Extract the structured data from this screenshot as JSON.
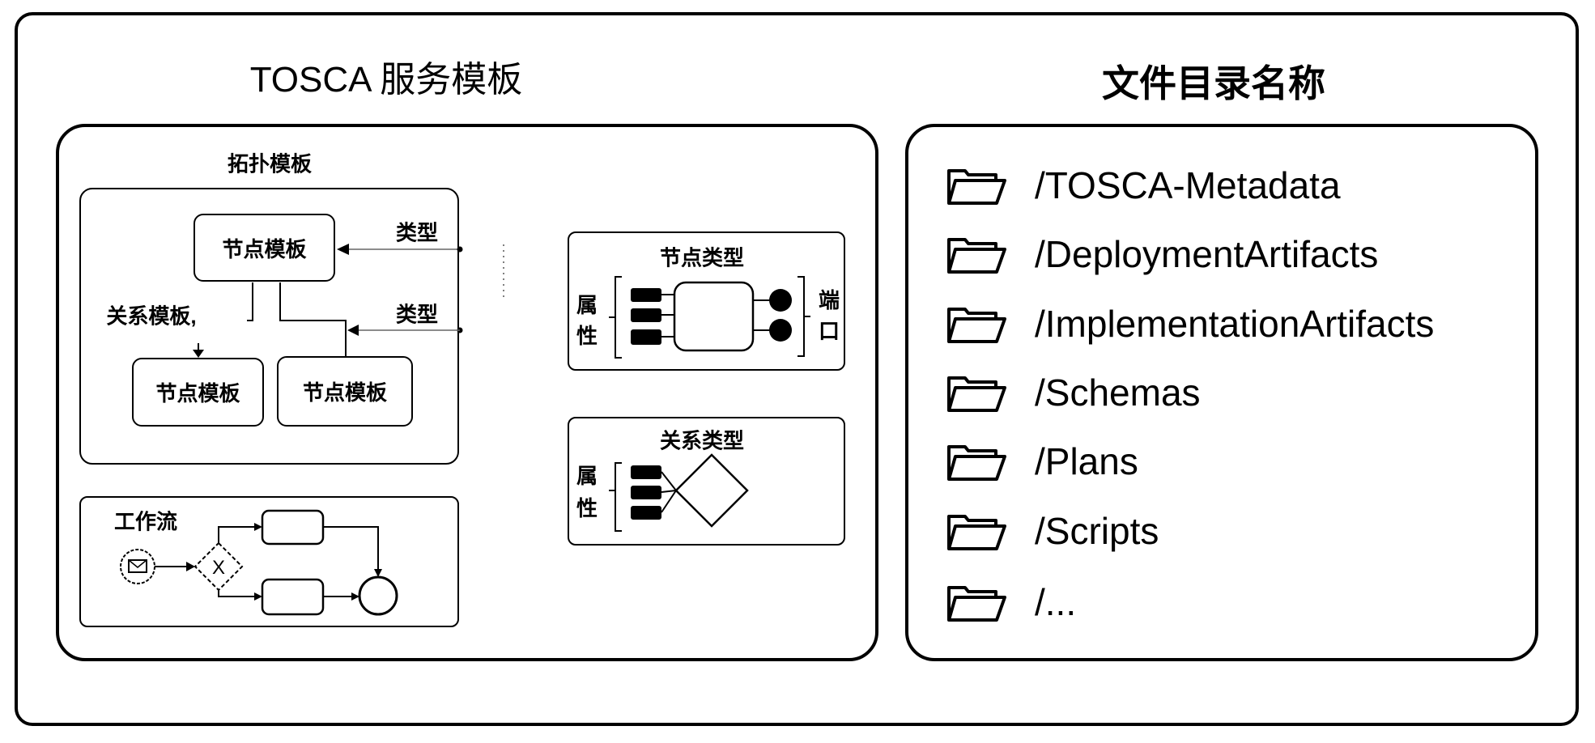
{
  "left_title": "TOSCA 服务模板",
  "right_title": "文件目录名称",
  "service_template": {
    "topology": {
      "label": "拓扑模板",
      "node_templates": [
        "节点模板",
        "节点模板",
        "节点模板"
      ],
      "relationship_label": "关系模板,",
      "type_labels": [
        "类型",
        "类型"
      ]
    },
    "workflow": {
      "label": "工作流",
      "gateway": "X"
    },
    "node_type": {
      "title": "节点类型",
      "properties_label": "属性",
      "ports_label": "端口"
    },
    "relationship_type": {
      "title": "关系类型",
      "properties_label": "属性"
    }
  },
  "directory": {
    "items": [
      "/TOSCA-Metadata",
      "/DeploymentArtifacts",
      "/ImplementationArtifacts",
      "/Schemas",
      "/Plans",
      "/Scripts",
      "/..."
    ]
  },
  "icons": {
    "folder": "folder-icon",
    "start_event": "envelope-icon",
    "end_event": "end-circle-icon",
    "gateway": "exclusive-gateway-icon"
  },
  "colors": {
    "line": "#000000",
    "background": "#ffffff"
  }
}
